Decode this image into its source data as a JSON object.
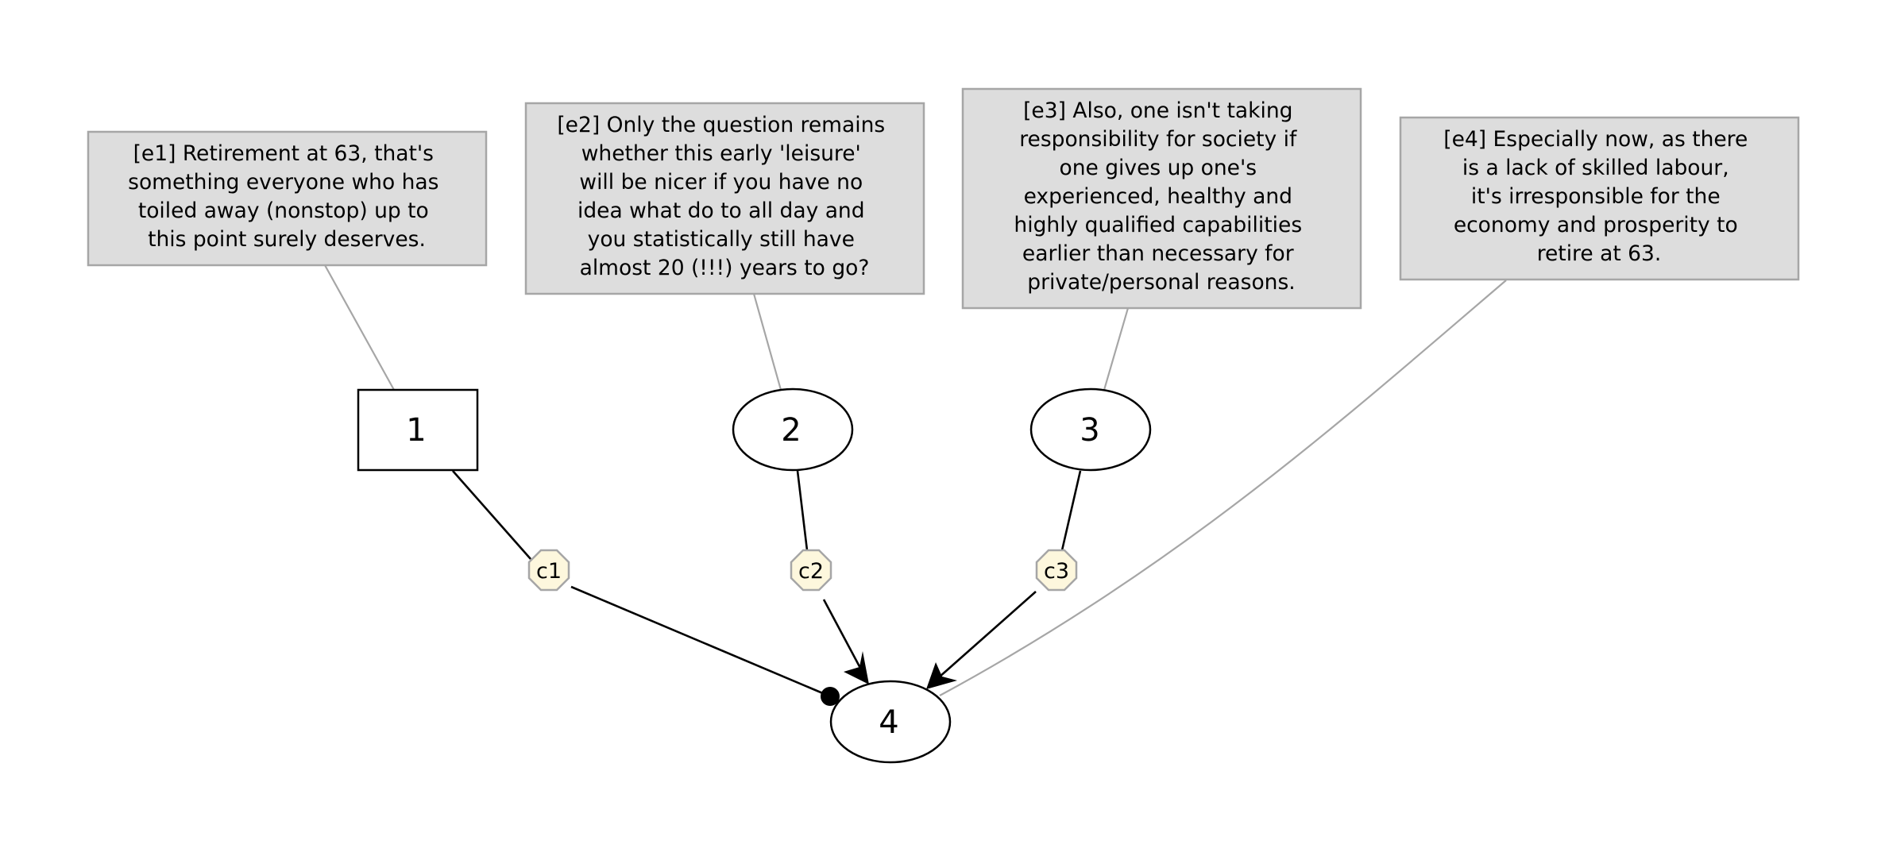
{
  "diagram": {
    "text_boxes": [
      {
        "id": "e1",
        "lines": [
          "[e1] Retirement at 63, that's",
          "something everyone who has",
          "toiled away (nonstop) up to",
          "this point surely deserves."
        ]
      },
      {
        "id": "e2",
        "lines": [
          "[e2] Only the question remains",
          "whether this early 'leisure'",
          "will be nicer if you have no",
          "idea what do to all day and",
          "you statistically still have",
          "almost 20 (!!!) years to go?"
        ]
      },
      {
        "id": "e3",
        "lines": [
          "[e3] Also, one isn't taking",
          "responsibility for society if",
          "one gives up one's",
          "experienced, healthy and",
          "highly qualified capabilities",
          "earlier than necessary for",
          "private/personal reasons."
        ]
      },
      {
        "id": "e4",
        "lines": [
          "[e4] Especially now, as there",
          "is a lack of skilled labour,",
          "it's irresponsible for the",
          "economy and prosperity to",
          "retire at 63."
        ]
      }
    ],
    "nodes": [
      {
        "id": "1",
        "label": "1",
        "shape": "box"
      },
      {
        "id": "2",
        "label": "2",
        "shape": "ellipse"
      },
      {
        "id": "3",
        "label": "3",
        "shape": "ellipse"
      },
      {
        "id": "4",
        "label": "4",
        "shape": "ellipse"
      }
    ],
    "connectors": [
      {
        "id": "c1",
        "label": "c1",
        "from": "1",
        "to": "4",
        "head": "dot"
      },
      {
        "id": "c2",
        "label": "c2",
        "from": "2",
        "to": "4",
        "head": "arrow"
      },
      {
        "id": "c3",
        "label": "c3",
        "from": "3",
        "to": "4",
        "head": "arrow"
      }
    ],
    "text_links": [
      {
        "from": "e1",
        "to": "1"
      },
      {
        "from": "e2",
        "to": "2"
      },
      {
        "from": "e3",
        "to": "3"
      },
      {
        "from": "e4",
        "to": "4"
      }
    ],
    "colors": {
      "text_box_fill": "#dddddd",
      "text_box_stroke": "#a6a6a6",
      "connector_fill": "#fdf7dd",
      "connector_stroke": "#a6a6a6",
      "edge": "#000000",
      "text_link": "#a6a6a6",
      "node_fill": "#ffffff",
      "node_stroke": "#000000"
    }
  }
}
